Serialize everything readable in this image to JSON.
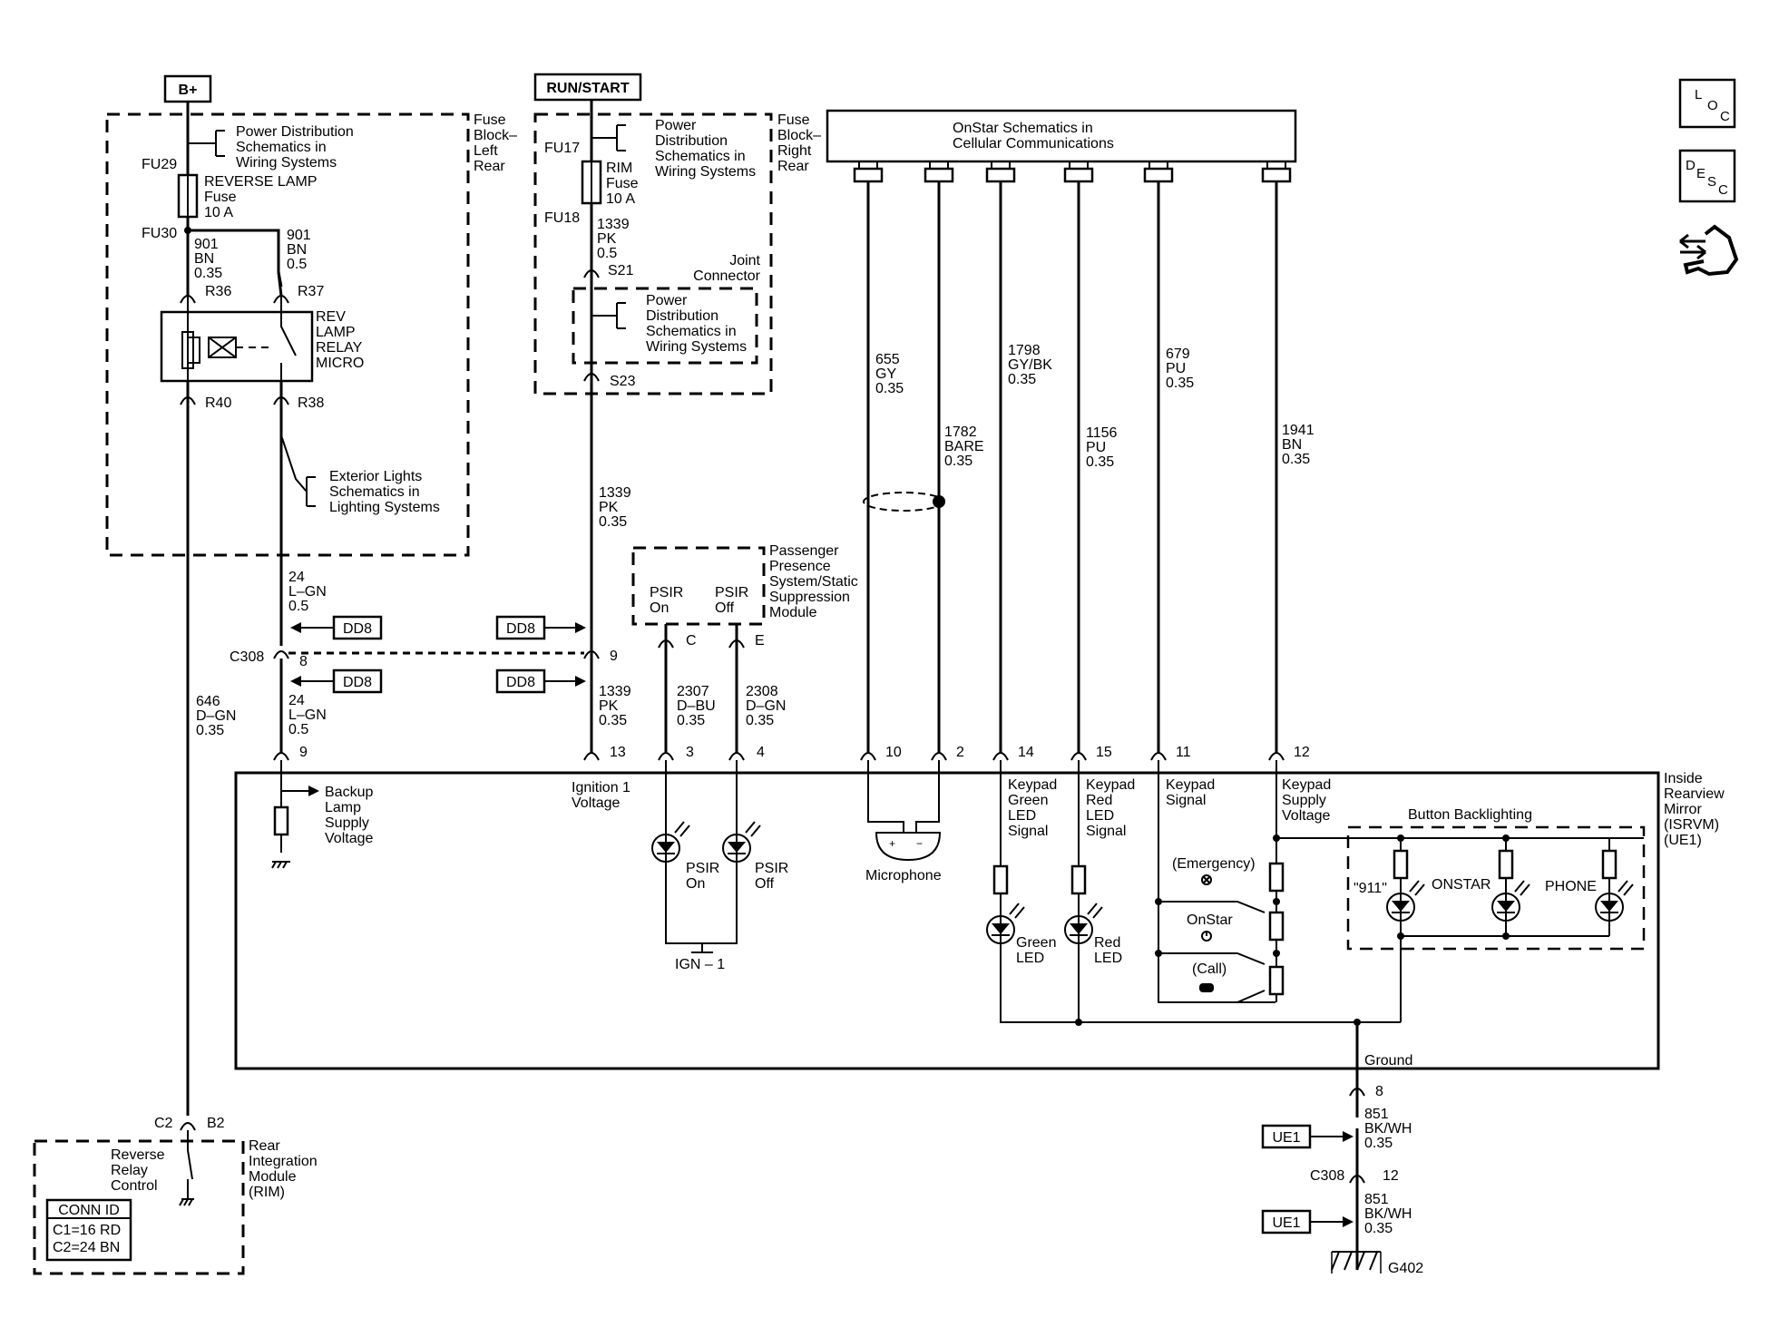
{
  "sources": {
    "bplus": "B+",
    "runstart": "RUN/START",
    "onstar": [
      "OnStar Schematics in",
      "Cellular Communications"
    ]
  },
  "fuse_left": {
    "block": [
      "Fuse",
      "Block–",
      "Left",
      "Rear"
    ],
    "pdist": [
      "Power Distribution",
      "Schematics in",
      "Wiring Systems"
    ],
    "fu29": "FU29",
    "fuse_name": [
      "REVERSE LAMP",
      "Fuse",
      "10 A"
    ],
    "fu30": "FU30",
    "wire_left": [
      "901",
      "BN",
      "0.35"
    ],
    "wire_right": [
      "901",
      "BN",
      "0.5"
    ],
    "r36": "R36",
    "r37": "R37",
    "relay": [
      "REV",
      "LAMP",
      "RELAY",
      "MICRO"
    ],
    "r40": "R40",
    "r38": "R38",
    "ext": [
      "Exterior Lights",
      "Schematics in",
      "Lighting Systems"
    ]
  },
  "fuse_right": {
    "block": [
      "Fuse",
      "Block–",
      "Right",
      "Rear"
    ],
    "fu17": "FU17",
    "pdist": [
      "Power",
      "Distribution",
      "Schematics in",
      "Wiring Systems"
    ],
    "fuse_name": [
      "RIM",
      "Fuse",
      "10 A"
    ],
    "fu18": "FU18",
    "wire": [
      "1339",
      "PK",
      "0.5"
    ],
    "s21": "S21",
    "joint": [
      "Joint",
      "Connector"
    ],
    "pdist2": [
      "Power",
      "Distribution",
      "Schematics in",
      "Wiring Systems"
    ],
    "s23": "S23"
  },
  "wires": {
    "w24a": [
      "24",
      "L–GN",
      "0.5"
    ],
    "w24b": [
      "24",
      "L–GN",
      "0.5"
    ],
    "w646": [
      "646",
      "D–GN",
      "0.35"
    ],
    "w1339a": [
      "1339",
      "PK",
      "0.35"
    ],
    "w1339b": [
      "1339",
      "PK",
      "0.35"
    ],
    "w2307": [
      "2307",
      "D–BU",
      "0.35"
    ],
    "w2308": [
      "2308",
      "D–GN",
      "0.35"
    ],
    "w655": [
      "655",
      "GY",
      "0.35"
    ],
    "w1782": [
      "1782",
      "BARE",
      "0.35"
    ],
    "w1798": [
      "1798",
      "GY/BK",
      "0.35"
    ],
    "w1156": [
      "1156",
      "PU",
      "0.35"
    ],
    "w679": [
      "679",
      "PU",
      "0.35"
    ],
    "w1941": [
      "1941",
      "BN",
      "0.35"
    ],
    "w851a": [
      "851",
      "BK/WH",
      "0.35"
    ],
    "w851b": [
      "851",
      "BK/WH",
      "0.35"
    ]
  },
  "connector": {
    "c308": "C308",
    "c308_pin8": "8",
    "c308_pin9": "9",
    "dd8": "DD8"
  },
  "psir_module": {
    "name": [
      "Passenger",
      "Presence",
      "System/Static",
      "Suppression",
      "Module"
    ],
    "on": [
      "PSIR",
      "On"
    ],
    "off": [
      "PSIR",
      "Off"
    ],
    "pin_c": "C",
    "pin_e": "E"
  },
  "mirror_pins": [
    "9",
    "13",
    "3",
    "4",
    "10",
    "2",
    "14",
    "15",
    "11",
    "12"
  ],
  "mirror": {
    "name": [
      "Inside",
      "Rearview",
      "Mirror",
      "(ISRVM)",
      "(UE1)"
    ],
    "backup": [
      "Backup",
      "Lamp",
      "Supply",
      "Voltage"
    ],
    "ign": [
      "Ignition 1",
      "Voltage"
    ],
    "psir_on": [
      "PSIR",
      "On"
    ],
    "psir_off": [
      "PSIR",
      "Off"
    ],
    "ign1": "IGN – 1",
    "mic": "Microphone",
    "kp_green": [
      "Keypad",
      "Green",
      "LED",
      "Signal"
    ],
    "kp_red": [
      "Keypad",
      "Red",
      "LED",
      "Signal"
    ],
    "kp_sig": [
      "Keypad",
      "Signal"
    ],
    "kp_supply": [
      "Keypad",
      "Supply",
      "Voltage"
    ],
    "green_led": [
      "Green",
      "LED"
    ],
    "red_led": [
      "Red",
      "LED"
    ],
    "emergency": "(Emergency)",
    "onstar_btn": "OnStar",
    "call": "(Call)",
    "backlight": "Button Backlighting",
    "b911": "\"911\"",
    "bonstar": "ONSTAR",
    "bphone": "PHONE",
    "ground": "Ground"
  },
  "ground": {
    "pin8": "8",
    "ue1": "UE1",
    "c308": "C308",
    "pin12": "12",
    "g402": "G402"
  },
  "rim": {
    "c2": "C2",
    "b2": "B2",
    "reverse": [
      "Reverse",
      "Relay",
      "Control"
    ],
    "name": [
      "Rear",
      "Integration",
      "Module",
      "(RIM)"
    ],
    "conn_title": "CONN ID",
    "conn_rows": [
      "C1=16 RD",
      "C2=24 BN"
    ]
  },
  "nav_icons": [
    "loc-icon",
    "desc-icon",
    "wrench-arrows-icon"
  ]
}
